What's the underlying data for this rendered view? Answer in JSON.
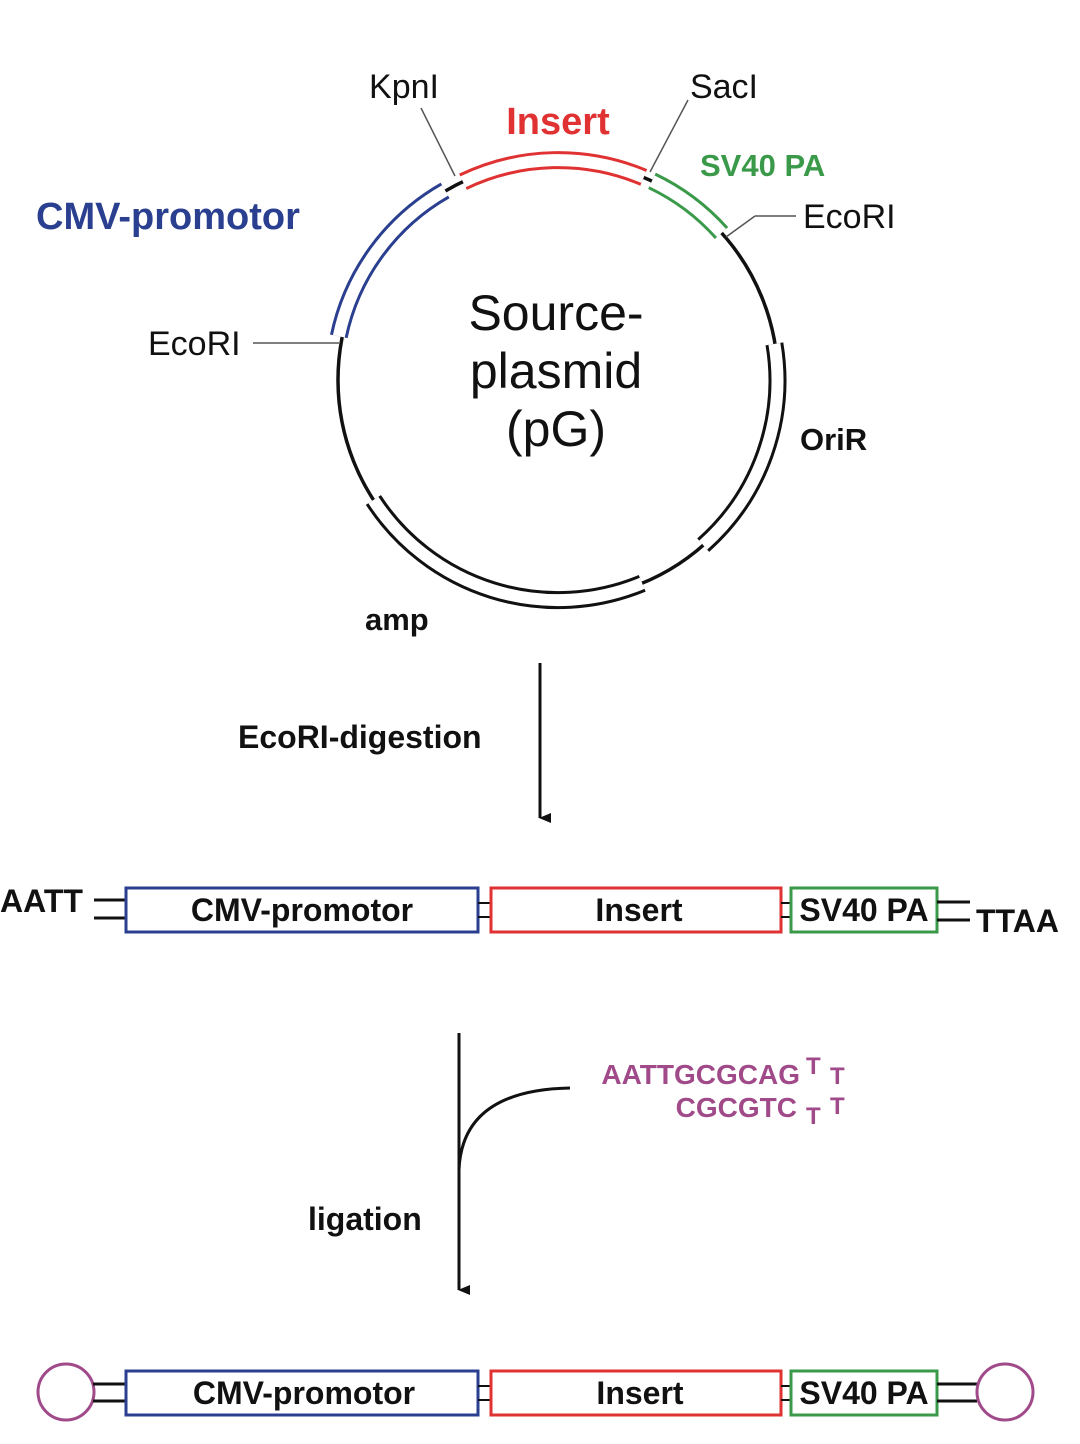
{
  "colors": {
    "cmv": "#2a3f8f",
    "insert": "#e03232",
    "sv40": "#3a9a4a",
    "black": "#111111",
    "hairpin": "#a04a8a",
    "label_gray": "#333333"
  },
  "plasmid": {
    "name_line1": "Source-",
    "name_line2": "plasmid",
    "name_line3": "(pG)",
    "sites": {
      "kpni": "KpnI",
      "saci": "SacI",
      "ecori_right": "EcoRI",
      "ecori_left": "EcoRI"
    },
    "features": {
      "insert": "Insert",
      "sv40": "SV40 PA",
      "cmv": "CMV-promotor",
      "orir": "OriR",
      "amp": "amp"
    }
  },
  "steps": {
    "digestion": "EcoRI-digestion",
    "ligation": "ligation"
  },
  "linear_fragment": {
    "left_overhang": "AATT",
    "right_overhang": "TTAA",
    "cmv": "CMV-promotor",
    "insert": "Insert",
    "sv40": "SV40 PA"
  },
  "adapter": {
    "top_seq": "AATTGCGCAG",
    "top_loop_a": "T",
    "top_loop_b": "T",
    "bottom_seq": "CGCGTC",
    "bottom_loop_a": "T",
    "bottom_loop_b": "T"
  },
  "closed_fragment": {
    "cmv": "CMV-promotor",
    "insert": "Insert",
    "sv40": "SV40 PA"
  }
}
